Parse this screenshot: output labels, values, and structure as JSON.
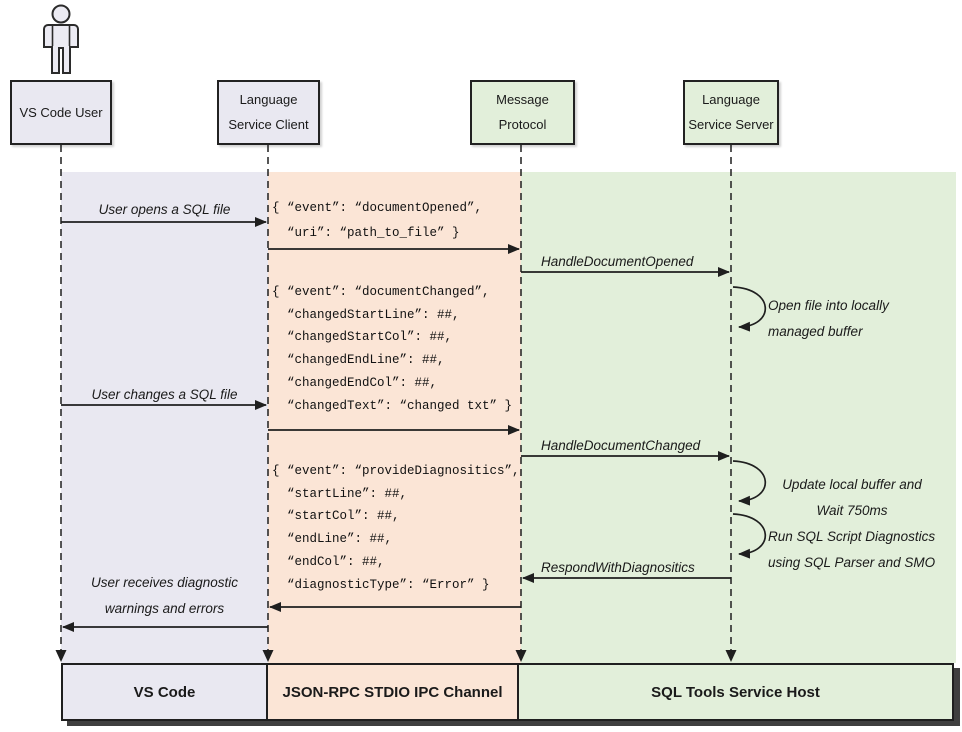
{
  "diagram": {
    "actors": [
      {
        "lines": [
          "VS Code User"
        ]
      },
      {
        "lines": [
          "Language",
          "Service Client"
        ]
      },
      {
        "lines": [
          "Message",
          "Protocol"
        ]
      },
      {
        "lines": [
          "Language",
          "Service Server"
        ]
      }
    ],
    "messages": {
      "user_opens": "User opens a SQL file",
      "user_changes": "User changes a SQL file",
      "user_receives_1": "User receives diagnostic",
      "user_receives_2": "warnings and errors",
      "handle_opened": "HandleDocumentOpened",
      "handle_changed": "HandleDocumentChanged",
      "respond": "RespondWithDiagnositics",
      "loop_open_file_1": "Open file into locally",
      "loop_open_file_2": "managed buffer",
      "loop_update_1": "Update local buffer and",
      "loop_update_2": "Wait 750ms",
      "loop_run_1": "Run SQL Script Diagnostics",
      "loop_run_2": "using SQL Parser and SMO"
    },
    "payloads": {
      "opened": [
        "{ “event”: “documentOpened”,",
        "  “uri”: “path_to_file” }"
      ],
      "changed": [
        "{ “event”: “documentChanged”,",
        "  “changedStartLine”: ##,",
        "  “changedStartCol”: ##,",
        "  “changedEndLine”: ##,",
        "  “changedEndCol”: ##,",
        "  “changedText”: “changed txt” }"
      ],
      "diagnostics": [
        "{ “event”: “provideDiagnositics”,",
        "  “startLine”: ##,",
        "  “startCol”: ##,",
        "  “endLine”: ##,",
        "  “endCol”: ##,",
        "  “diagnosticType”: “Error” }"
      ]
    },
    "footer": [
      "VS Code",
      "JSON-RPC STDIO IPC Channel",
      "SQL Tools Service Host"
    ],
    "colors": {
      "lane_vscode": "#e9e8f1",
      "lane_ipc": "#fbe5d6",
      "lane_host": "#e2efda",
      "stroke": "#1f1f1f"
    }
  }
}
